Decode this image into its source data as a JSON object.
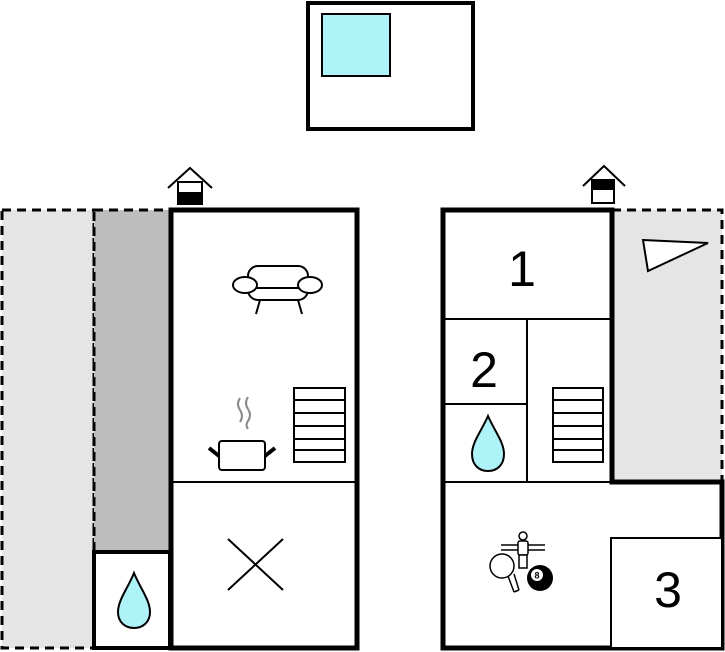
{
  "plan": {
    "room_labels": [
      "1",
      "2",
      "3"
    ],
    "billiard_ball_number": "8"
  },
  "colors": {
    "wall": "#000000",
    "water": "#aef3f8",
    "terrace_light": "#e5e5e5",
    "terrace_dark": "#bdbdbd",
    "steam": "#888888"
  }
}
